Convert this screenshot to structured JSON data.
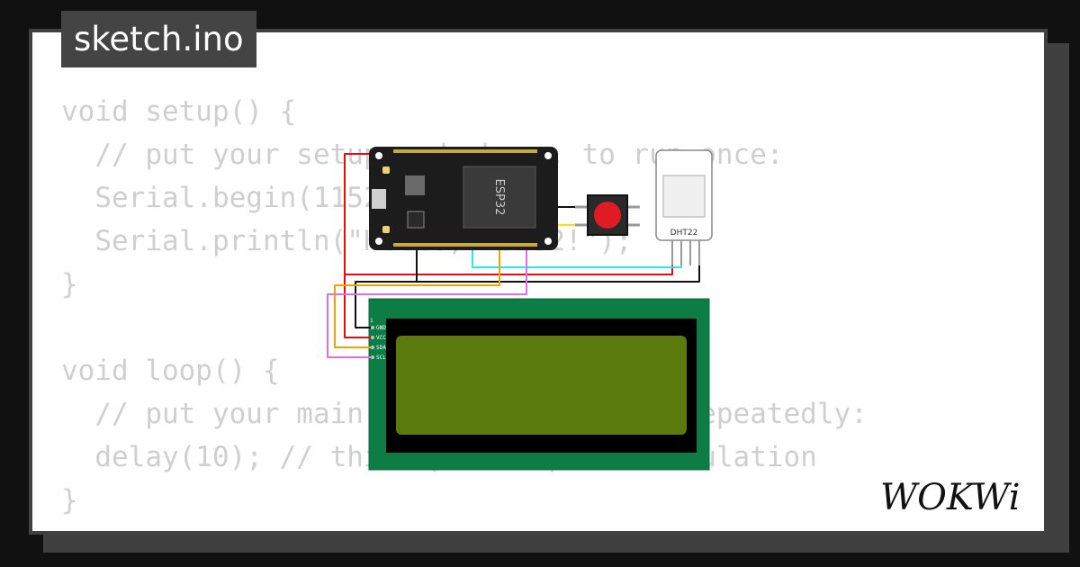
{
  "file_tab": {
    "label": "sketch.ino"
  },
  "code": {
    "lines": [
      "void setup() {",
      "  // put your setup code here, to run once:",
      "  Serial.begin(115200);",
      "  Serial.println(\"Hello, ESP32!\");",
      "}",
      "",
      "void loop() {",
      "  // put your main code here, to run repeatedly:",
      "  delay(10); // this speeds up the simulation",
      "}"
    ]
  },
  "circuit": {
    "esp32": {
      "chip_label": "ESP32"
    },
    "dht22": {
      "label": "DHT22"
    },
    "lcd": {
      "pin_number": "1",
      "pins": [
        "GND",
        "VCC",
        "SDA",
        "SCL"
      ]
    }
  },
  "brand": {
    "logo_text": "WOKWi"
  },
  "colors": {
    "background": "#111111",
    "card": "#ffffff",
    "tab": "#444444",
    "code_text": "#cfcfcf",
    "lcd_board": "#0d7d45",
    "lcd_screen": "#5b7a0c",
    "button_cap": "#e01b24",
    "wire_red": "#e01010",
    "wire_cyan": "#2ee6f0",
    "wire_yellow": "#ffe000",
    "wire_orange": "#f5a100",
    "wire_pink": "#e070e0",
    "wire_black": "#111111"
  },
  "icons": [
    "esp32-board-icon",
    "pushbutton-icon",
    "dht22-sensor-icon",
    "lcd1602-icon",
    "wokwi-logo"
  ]
}
